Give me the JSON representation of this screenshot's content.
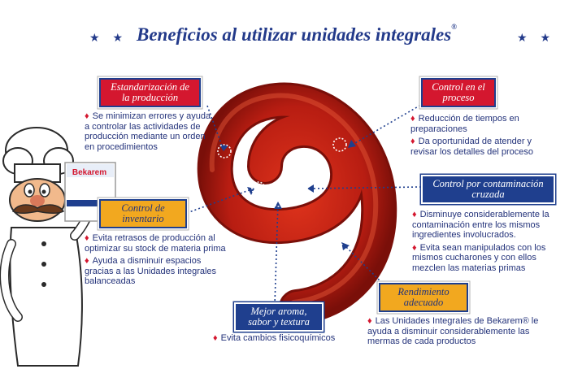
{
  "header": {
    "title": "Beneficios al utilizar unidades integrales",
    "registered_mark": "®",
    "star_left": "★ ★",
    "star_right": "★ ★"
  },
  "sections": {
    "estandarizacion": {
      "label": "Estandarización de la producción",
      "bullets": [
        "Se minimizan errores y ayuda a controlar las actividades de producción mediante un orden en procedimientos"
      ]
    },
    "control_proceso": {
      "label": "Control en el proceso",
      "bullets": [
        "Reducción de tiempos en preparaciones",
        "Da oportunidad de atender y revisar los detalles del proceso"
      ]
    },
    "contaminacion": {
      "label": "Control por contaminación cruzada",
      "bullets": [
        "Disminuye considerablemente la contaminación entre los mismos ingredientes involucrados.",
        "Evita sean manipulados con los mismos cucharones y con ellos mezclen las materias primas"
      ]
    },
    "inventario": {
      "label": "Control de inventario",
      "bullets": [
        "Evita retrasos de producción al optimizar su stock de materia prima",
        "Ayuda a disminuir espacios gracias a las Unidades integrales balanceadas"
      ]
    },
    "aroma": {
      "label": "Mejor aroma, sabor y textura",
      "bullets": [
        "Evita cambios fisicoquímicos"
      ]
    },
    "rendimiento": {
      "label": "Rendimiento adecuado",
      "bullets": [
        "Las Unidades Integrales de Bekarem® le ayuda a disminuir considerablemente las mermas de cada productos"
      ]
    }
  },
  "mascot": {
    "bag_brand": "Bekarem"
  },
  "colors": {
    "navy": "#1f3f8e",
    "red": "#d4172f",
    "gold": "#f2a81f",
    "sausage": "#b51e16"
  }
}
